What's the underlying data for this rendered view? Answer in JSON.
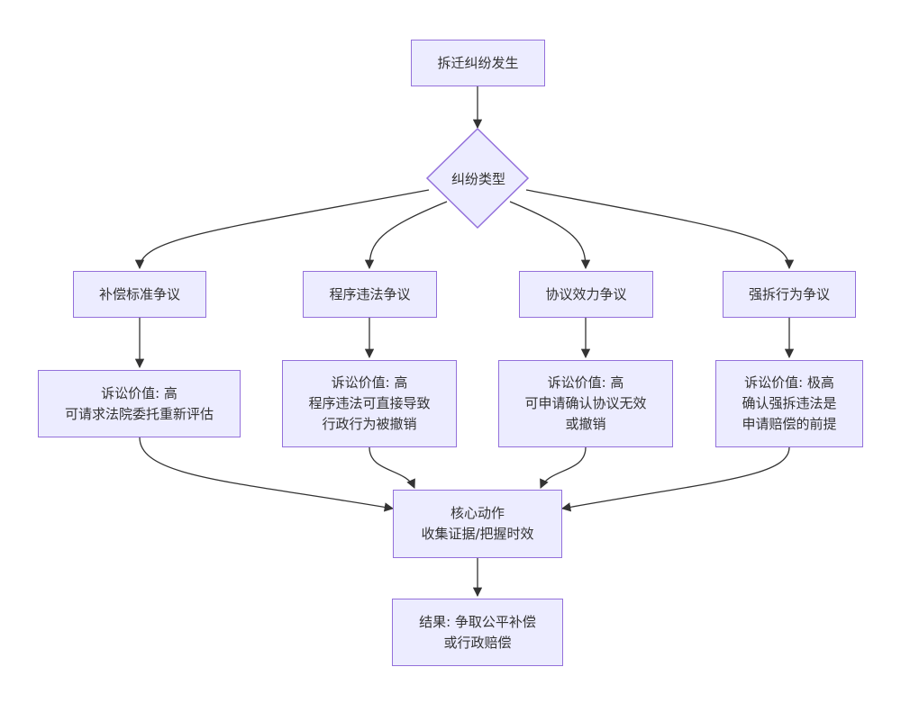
{
  "colors": {
    "node_fill": "#ECECFF",
    "node_border": "#9370DB",
    "edge": "#333333",
    "text": "#333333"
  },
  "nodes": {
    "start": {
      "line1": "拆迁纠纷发生"
    },
    "decision": {
      "line1": "纠纷类型"
    },
    "compensation": {
      "line1": "补偿标准争议"
    },
    "procedure": {
      "line1": "程序违法争议"
    },
    "agreement": {
      "line1": "协议效力争议"
    },
    "forced": {
      "line1": "强拆行为争议"
    },
    "value_compensation": {
      "line1": "诉讼价值: 高",
      "line2": "可请求法院委托重新评估"
    },
    "value_procedure": {
      "line1": "诉讼价值: 高",
      "line2": "程序违法可直接导致",
      "line3": "行政行为被撤销"
    },
    "value_agreement": {
      "line1": "诉讼价值: 高",
      "line2": "可申请确认协议无效",
      "line3": "或撤销"
    },
    "value_forced": {
      "line1": "诉讼价值: 极高",
      "line2": "确认强拆违法是",
      "line3": "申请赔偿的前提"
    },
    "core": {
      "line1": "核心动作",
      "line2": "收集证据/把握时效"
    },
    "result": {
      "line1": "结果: 争取公平补偿",
      "line2": "或行政赔偿"
    }
  }
}
